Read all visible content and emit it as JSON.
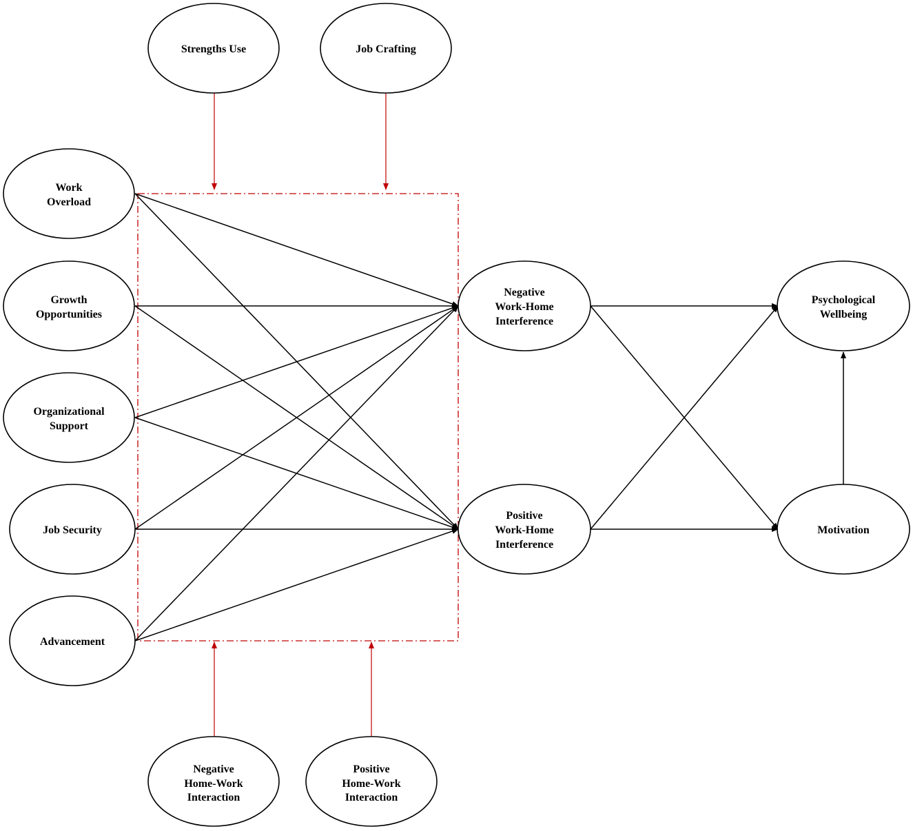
{
  "nodes": {
    "strengths_use": {
      "lines": [
        "Strengths Use"
      ]
    },
    "job_crafting": {
      "lines": [
        "Job Crafting"
      ]
    },
    "work_overload": {
      "lines": [
        "Work",
        "Overload"
      ]
    },
    "growth_opportunities": {
      "lines": [
        "Growth",
        "Opportunities"
      ]
    },
    "organizational_support": {
      "lines": [
        "Organizational",
        "Support"
      ]
    },
    "job_security": {
      "lines": [
        "Job Security"
      ]
    },
    "advancement": {
      "lines": [
        "Advancement"
      ]
    },
    "negative_whi": {
      "lines": [
        "Negative",
        "Work-Home",
        "Interference"
      ]
    },
    "positive_whi": {
      "lines": [
        "Positive",
        "Work-Home",
        "Interference"
      ]
    },
    "psychological_wellbeing": {
      "lines": [
        "Psychological",
        "Wellbeing"
      ]
    },
    "motivation": {
      "lines": [
        "Motivation"
      ]
    },
    "negative_hwi": {
      "lines": [
        "Negative",
        "Home-Work",
        "Interaction"
      ]
    },
    "positive_hwi": {
      "lines": [
        "Positive",
        "Home-Work",
        "Interaction"
      ]
    }
  },
  "colors": {
    "edge": "#000000",
    "moderator": "#c00000",
    "node_fill": "#ffffff"
  }
}
